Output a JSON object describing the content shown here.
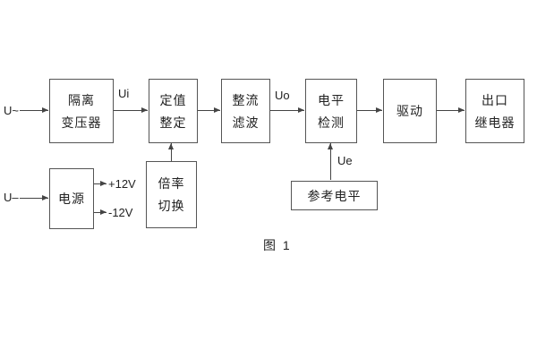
{
  "palette": {
    "ink": "#222222",
    "line": "#444444",
    "box_border": "#555555",
    "background": "#ffffff"
  },
  "diagram": {
    "caption": "图 1",
    "boxes": {
      "transformer": {
        "line1": "隔离",
        "line2": "变压器"
      },
      "setpoint": {
        "line1": "定值",
        "line2": "整定"
      },
      "rectifier": {
        "line1": "整流",
        "line2": "滤波"
      },
      "level_detect": {
        "line1": "电平",
        "line2": "检测"
      },
      "driver": {
        "line1": "驱动"
      },
      "output_relay": {
        "line1": "出口",
        "line2": "继电器"
      },
      "power": {
        "line1": "电源"
      },
      "ratio_switch": {
        "line1": "倍率",
        "line2": "切换"
      },
      "reference": {
        "line1": "参考电平"
      }
    },
    "labels": {
      "u_ac": "U~",
      "u_dc": "U–",
      "ui": "Ui",
      "uo": "Uo",
      "ue": "Ue",
      "plus12v": "+12V",
      "minus12v": "-12V"
    }
  }
}
